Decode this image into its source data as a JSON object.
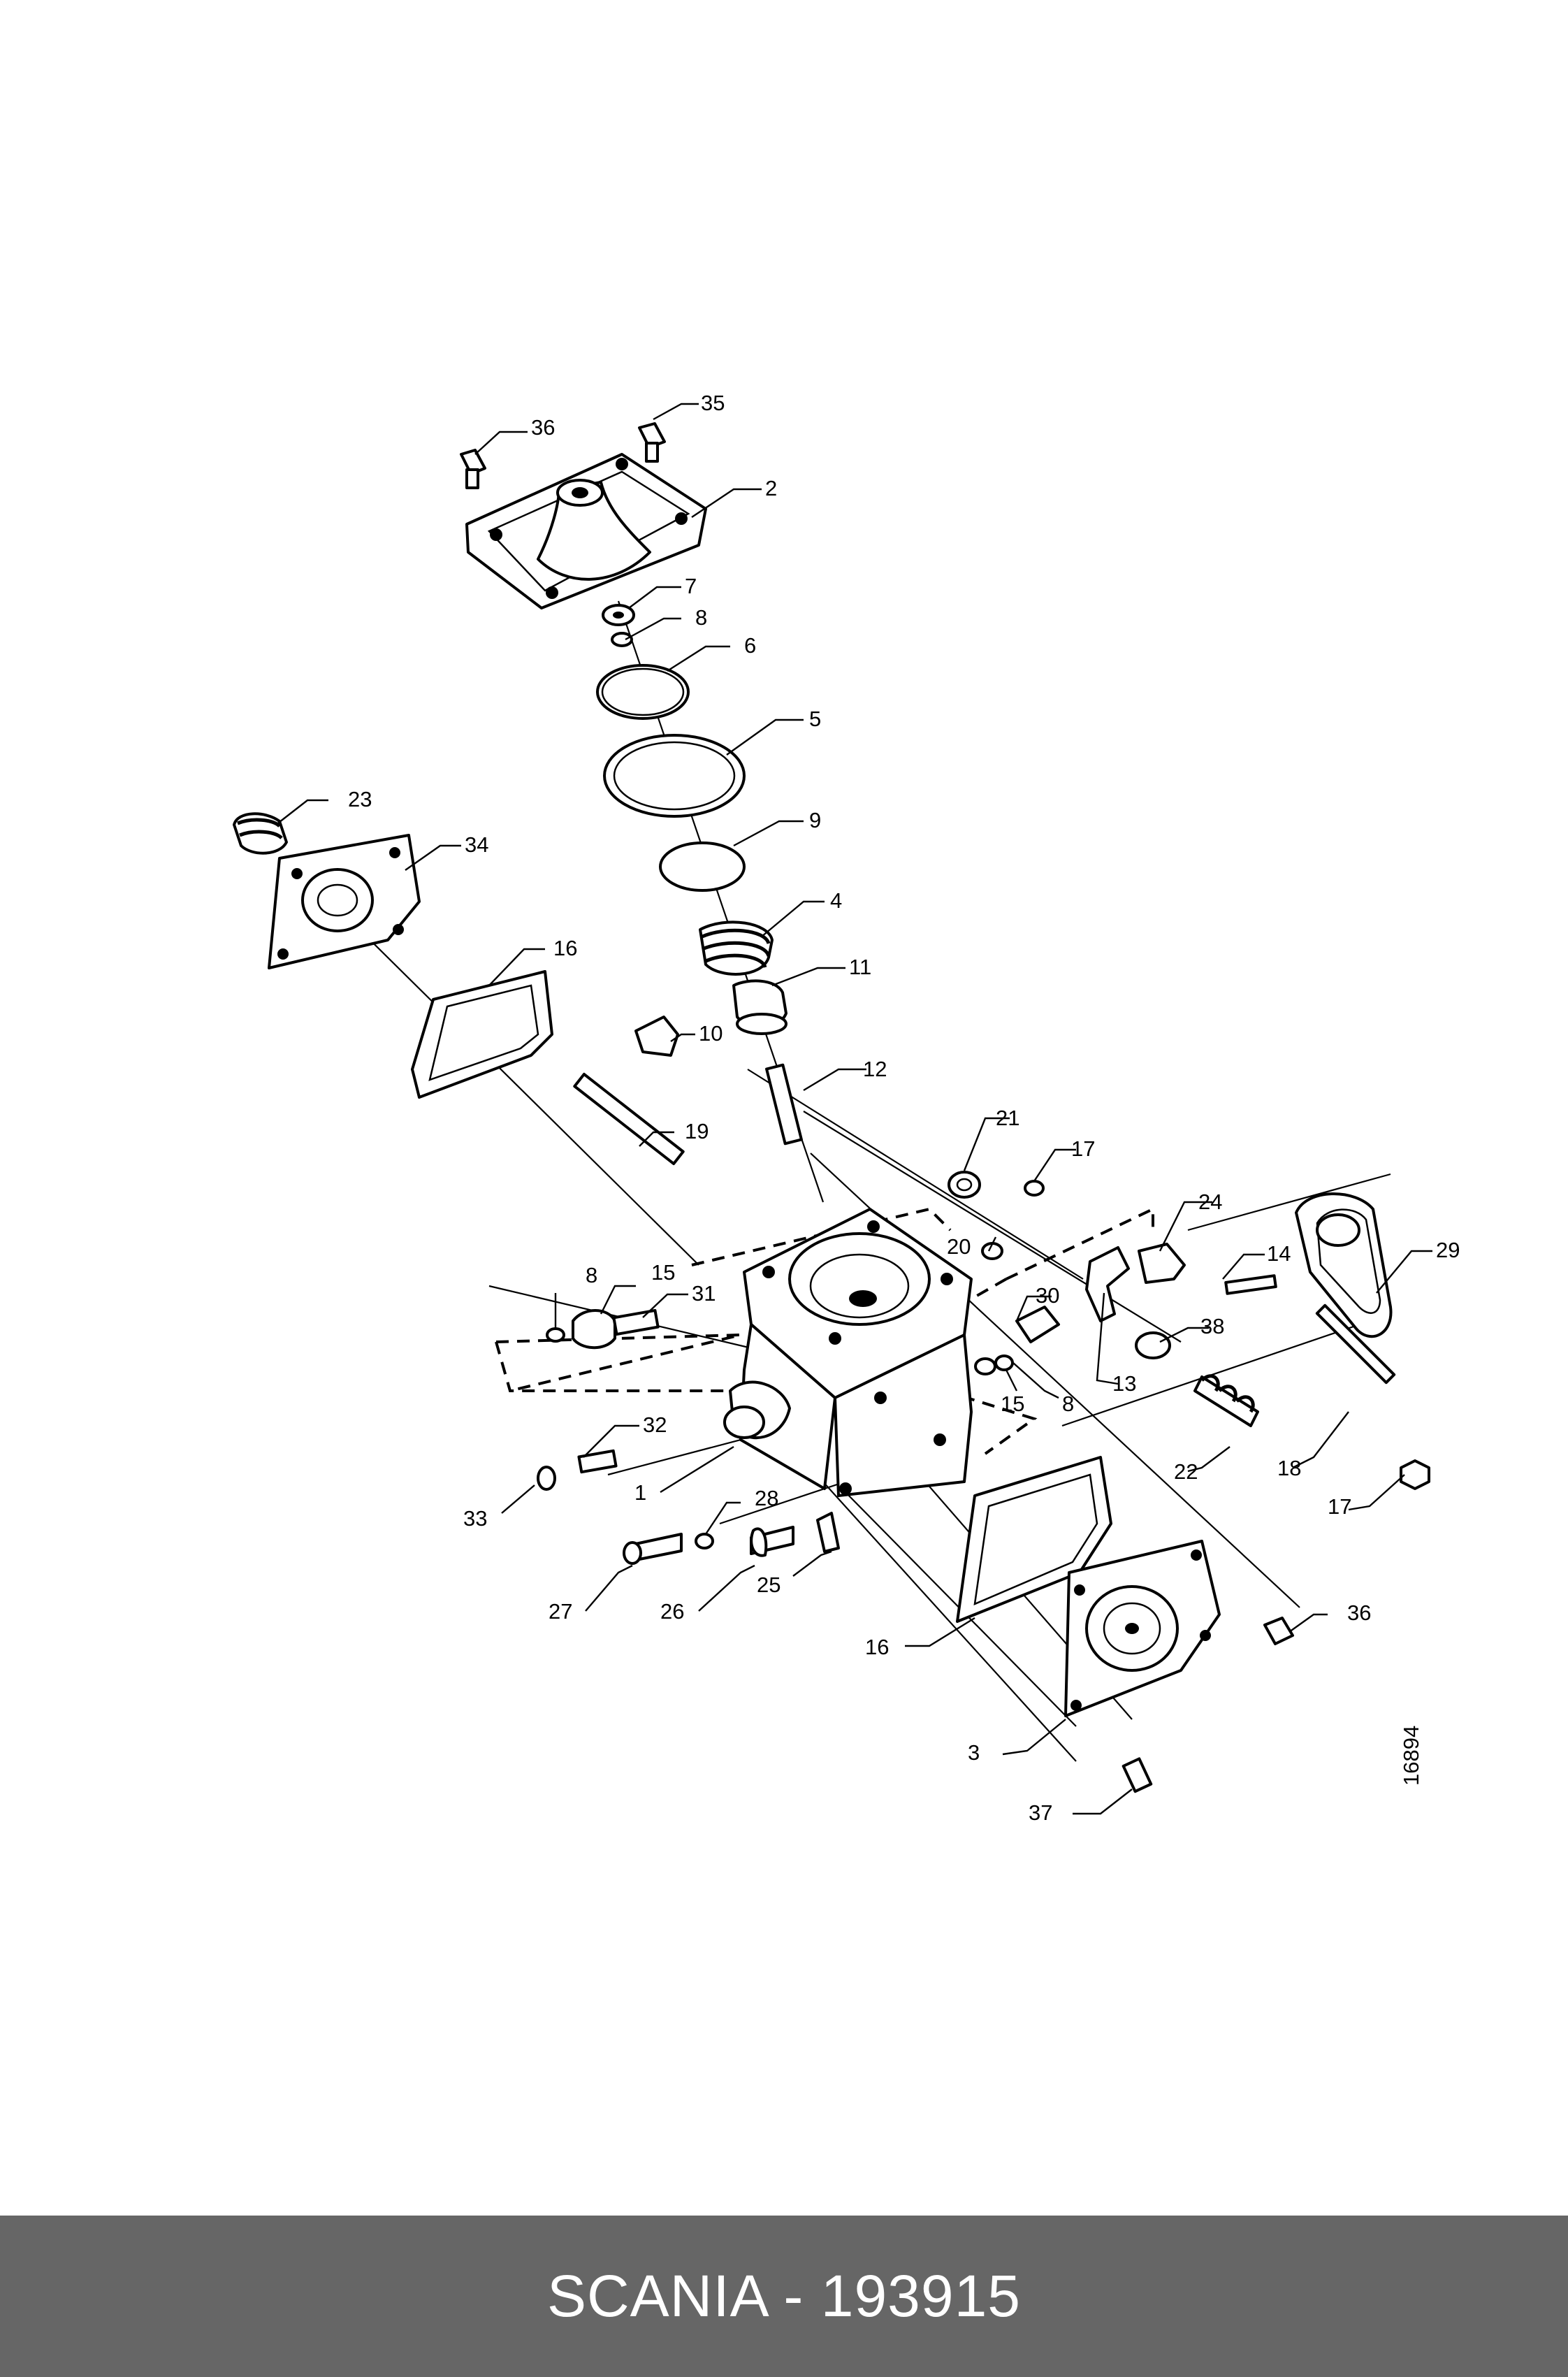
{
  "diagram": {
    "drawing_number": "16894",
    "callouts": [
      {
        "id": "36a",
        "text": "36"
      },
      {
        "id": "35",
        "text": "35"
      },
      {
        "id": "2",
        "text": "2"
      },
      {
        "id": "7",
        "text": "7"
      },
      {
        "id": "8a",
        "text": "8"
      },
      {
        "id": "6",
        "text": "6"
      },
      {
        "id": "5",
        "text": "5"
      },
      {
        "id": "23",
        "text": "23"
      },
      {
        "id": "34",
        "text": "34"
      },
      {
        "id": "9",
        "text": "9"
      },
      {
        "id": "4",
        "text": "4"
      },
      {
        "id": "16a",
        "text": "16"
      },
      {
        "id": "11",
        "text": "11"
      },
      {
        "id": "10",
        "text": "10"
      },
      {
        "id": "12",
        "text": "12"
      },
      {
        "id": "19",
        "text": "19"
      },
      {
        "id": "21",
        "text": "21"
      },
      {
        "id": "17a",
        "text": "17"
      },
      {
        "id": "24",
        "text": "24"
      },
      {
        "id": "29",
        "text": "29"
      },
      {
        "id": "14",
        "text": "14"
      },
      {
        "id": "20",
        "text": "20"
      },
      {
        "id": "8b",
        "text": "8"
      },
      {
        "id": "15a",
        "text": "15"
      },
      {
        "id": "31",
        "text": "31"
      },
      {
        "id": "30",
        "text": "30"
      },
      {
        "id": "38",
        "text": "38"
      },
      {
        "id": "15b",
        "text": "15"
      },
      {
        "id": "8c",
        "text": "8"
      },
      {
        "id": "13",
        "text": "13"
      },
      {
        "id": "32",
        "text": "32"
      },
      {
        "id": "22",
        "text": "22"
      },
      {
        "id": "18",
        "text": "18"
      },
      {
        "id": "33",
        "text": "33"
      },
      {
        "id": "1",
        "text": "1"
      },
      {
        "id": "28",
        "text": "28"
      },
      {
        "id": "17b",
        "text": "17"
      },
      {
        "id": "27",
        "text": "27"
      },
      {
        "id": "26",
        "text": "26"
      },
      {
        "id": "25",
        "text": "25"
      },
      {
        "id": "36b",
        "text": "36"
      },
      {
        "id": "16b",
        "text": "16"
      },
      {
        "id": "3",
        "text": "3"
      },
      {
        "id": "37",
        "text": "37"
      }
    ]
  },
  "footer": {
    "text": "SCANIA - 193915",
    "background": "#666666",
    "color": "#ffffff"
  }
}
